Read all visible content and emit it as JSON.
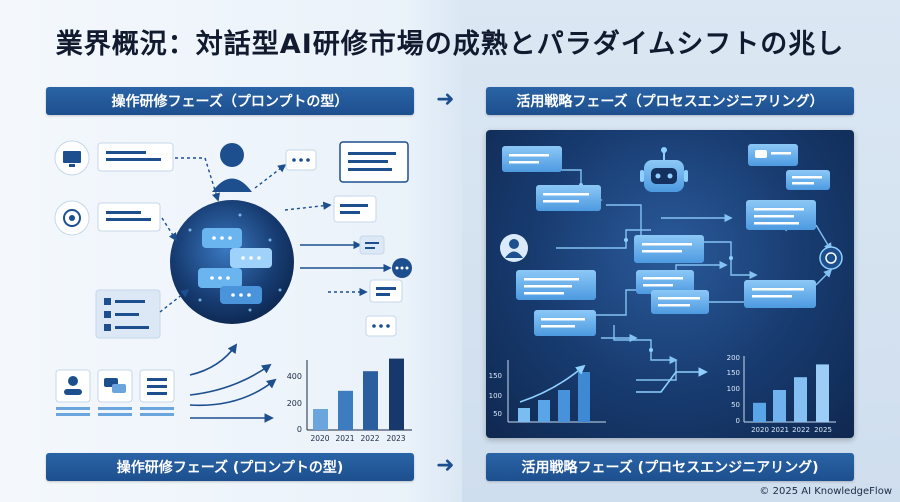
{
  "title": "業界概況：対話型AI研修市場の成熟とパラダイムシフトの兆し",
  "banners": {
    "left_top": "操作研修フェーズ（プロンプトの型）",
    "right_top": "活用戦略フェーズ（プロセスエンジニアリング）",
    "left_bottom": "操作研修フェーズ (プロンプトの型)",
    "right_bottom": "活用戦略フェーズ (プロセスエンジニアリング)"
  },
  "left_chart": {
    "categories": [
      "2020",
      "2021",
      "2022",
      "2023"
    ],
    "values": [
      150,
      280,
      420,
      510
    ],
    "yticks": [
      "400",
      "200",
      "0"
    ],
    "bar_colors": [
      "#6aa6dd",
      "#3e7cc0",
      "#2a5e9e",
      "#17386a"
    ]
  },
  "chart_data": [
    {
      "type": "bar",
      "categories": [
        "2020",
        "2021",
        "2022",
        "2023"
      ],
      "values": [
        150,
        280,
        420,
        510
      ],
      "ylim": [
        0,
        500
      ],
      "yticks": [
        0,
        200,
        400
      ]
    },
    {
      "type": "bar",
      "categories": [
        "2020",
        "2021",
        "2022",
        "2025"
      ],
      "values": [
        60,
        100,
        140,
        180
      ],
      "ylim": [
        0,
        200
      ],
      "yticks": [
        0,
        50,
        100,
        150,
        200
      ]
    }
  ],
  "right_chart": {
    "categories": [
      "2020",
      "2021",
      "2022",
      "2025"
    ],
    "values": [
      60,
      100,
      140,
      180
    ],
    "yticks": [
      "200",
      "150",
      "100",
      "50",
      "0"
    ],
    "left_yticks": [
      "150",
      "100",
      "50"
    ]
  },
  "icons": {
    "monitor": "monitor-icon",
    "openai": "openai-logo-icon",
    "checklist": "checklist-icon",
    "user": "user-icon",
    "robot": "robot-icon",
    "chat": "chat-bubble-icon"
  },
  "colors": {
    "banner": "#1d4f8e",
    "dark_panel": "#173a6e",
    "bubble_light": "#5fa8e8"
  },
  "copyright": "© 2025 AI KnowledgeFlow"
}
